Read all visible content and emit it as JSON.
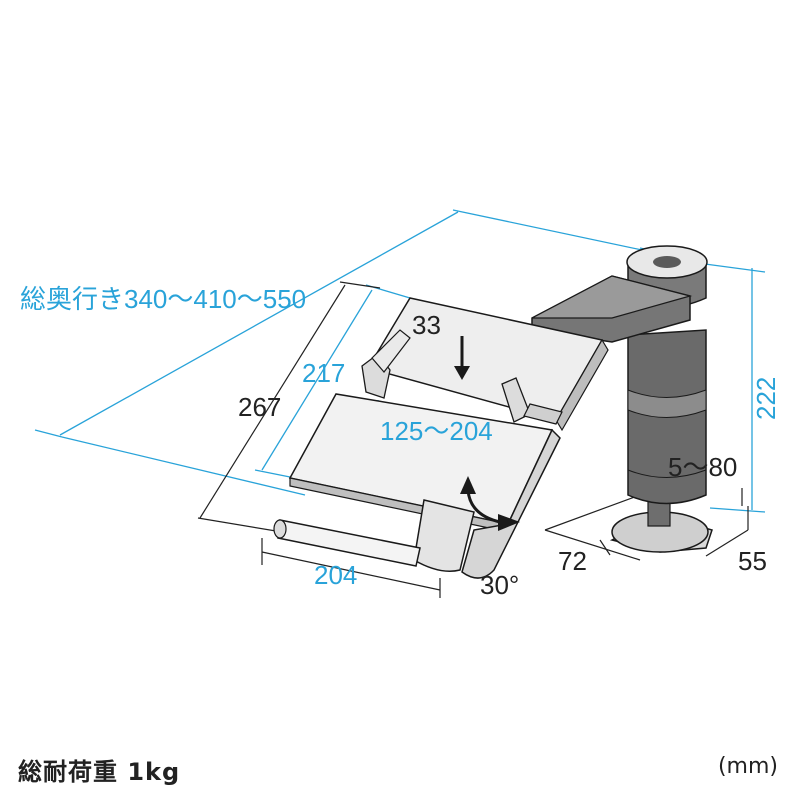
{
  "dimensions": {
    "total_depth": "総奥行き340～410～550",
    "tray_depth_blue": "217",
    "tray_depth_black": "267",
    "stopper_height": "33",
    "stopper_range": "125～204",
    "tray_width": "204",
    "tilt_angle": "30°",
    "pole_height": "222",
    "clamp_range": "5～80",
    "clamp_depth": "72",
    "clamp_width": "55"
  },
  "footer": {
    "load_capacity": "総耐荷重  1kg",
    "unit": "(mm)"
  },
  "colors": {
    "dimension_blue": "#29a3d9",
    "outline": "#1a1a1a",
    "pole_dark": "#5a5a5a",
    "pole_mid": "#7a7a7a",
    "tray_light": "#eeeeee"
  }
}
